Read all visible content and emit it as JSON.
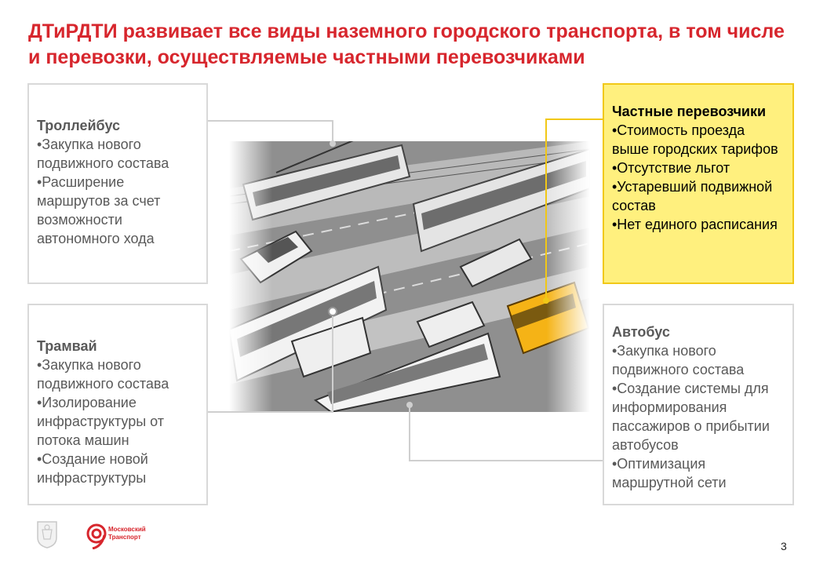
{
  "title": "ДТиРДТИ развивает все виды наземного городского транспорта, в том числе и перевозки, осуществляемые частными перевозчиками",
  "boxes": {
    "trolleybus": {
      "heading": "Троллейбус",
      "items": [
        "•Закупка нового подвижного состава",
        "•Расширение маршрутов за счет возможности автономного хода"
      ]
    },
    "tram": {
      "heading": "Трамвай",
      "items": [
        "•Закупка нового подвижного состава",
        "•Изолирование инфраструктуры от потока машин",
        "•Создание новой инфраструктуры"
      ]
    },
    "private": {
      "heading": "Частные перевозчики",
      "items": [
        "•Стоимость проезда выше городских тарифов",
        "•Отсутствие льгот",
        "•Устаревший подвижной состав",
        "•Нет единого расписания"
      ]
    },
    "bus": {
      "heading": "Автобус",
      "items": [
        "•Закупка нового подвижного состава",
        "•Создание системы для информирования пассажиров о прибытии автобусов",
        "•Оптимизация маршрутной сети"
      ]
    }
  },
  "footer": {
    "logo_text": "Московский Транспорт",
    "page_number": "3"
  },
  "colors": {
    "accent": "#d7262d",
    "highlight_fill": "#fff07e",
    "highlight_border": "#f1c817",
    "box_border": "#d9d9d9"
  }
}
